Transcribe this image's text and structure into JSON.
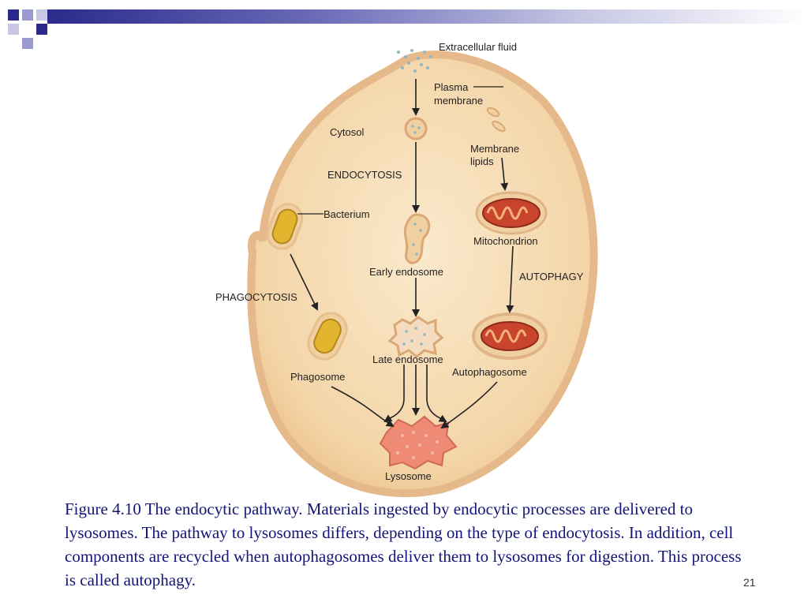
{
  "slide": {
    "number": "21",
    "caption": "Figure 4.10 The endocytic pathway. Materials ingested by endocytic processes are delivered to lysosomes. The pathway to lysosomes differs, depending on the type of endocytosis. In  addition, cell components are recycled when autophagosomes deliver them to lysosomes for digestion. This process is called autophagy."
  },
  "diagram": {
    "labels": {
      "extracellular_fluid": "Extracellular fluid",
      "plasma_membrane_1": "Plasma",
      "plasma_membrane_2": "membrane",
      "cytosol": "Cytosol",
      "membrane_lipids_1": "Membrane",
      "membrane_lipids_2": "lipids",
      "endocytosis": "ENDOCYTOSIS",
      "bacterium": "Bacterium",
      "mitochondrion": "Mitochondrion",
      "early_endosome": "Early endosome",
      "autophagy": "AUTOPHAGY",
      "phagocytosis": "PHAGOCYTOSIS",
      "late_endosome": "Late endosome",
      "autophagosome": "Autophagosome",
      "phagosome": "Phagosome",
      "lysosome": "Lysosome"
    }
  },
  "colors": {
    "cell_fill": "#f6dcb4",
    "cell_edge": "#e9c08a",
    "bacterium": "#e2b52e",
    "mitochondrion": "#c8442c",
    "lysosome": "#ef8a74",
    "caption_text": "#141478",
    "accent_bar": "#2a2a8c"
  }
}
